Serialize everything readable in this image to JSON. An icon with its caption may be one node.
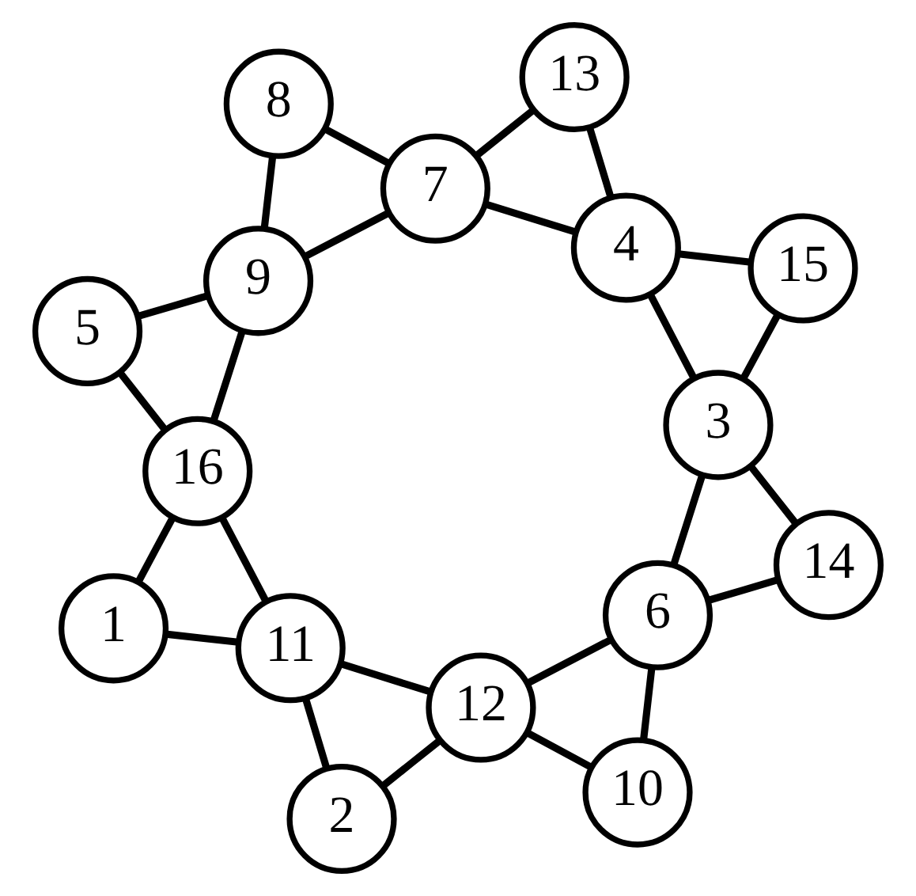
{
  "diagram": {
    "nodes": [
      {
        "text": [
          "1"
        ]
      },
      {
        "text": [
          "2"
        ]
      },
      {
        "text": [
          "11"
        ]
      },
      {
        "text": [
          "16"
        ]
      },
      {
        "text": [
          "5"
        ]
      },
      {
        "text": [
          "12"
        ]
      },
      {
        "text": [
          "9"
        ]
      },
      {
        "text": [
          "10"
        ]
      },
      {
        "text": [
          "8"
        ]
      },
      {
        "text": [
          "6"
        ]
      },
      {
        "text": [
          "7"
        ]
      },
      {
        "text": [
          "14"
        ]
      },
      {
        "text": [
          "3"
        ]
      },
      {
        "text": [
          "4"
        ]
      },
      {
        "text": [
          "13"
        ]
      },
      {
        "text": [
          "15"
        ]
      }
    ],
    "edges": [
      {
        "from": 2,
        "to": 3,
        "arrow": "none"
      },
      {
        "from": 3,
        "to": 6,
        "arrow": "none"
      },
      {
        "from": 6,
        "to": 10,
        "arrow": "none"
      },
      {
        "from": 10,
        "to": 13,
        "arrow": "none"
      },
      {
        "from": 13,
        "to": 12,
        "arrow": "none"
      },
      {
        "from": 12,
        "to": 9,
        "arrow": "none"
      },
      {
        "from": 9,
        "to": 5,
        "arrow": "none"
      },
      {
        "from": 5,
        "to": 2,
        "arrow": "none"
      },
      {
        "from": 0,
        "to": 2,
        "arrow": "none"
      },
      {
        "from": 0,
        "to": 3,
        "arrow": "none"
      },
      {
        "from": 1,
        "to": 2,
        "arrow": "none"
      },
      {
        "from": 1,
        "to": 5,
        "arrow": "none"
      },
      {
        "from": 4,
        "to": 3,
        "arrow": "none"
      },
      {
        "from": 4,
        "to": 6,
        "arrow": "none"
      },
      {
        "from": 8,
        "to": 6,
        "arrow": "none"
      },
      {
        "from": 8,
        "to": 10,
        "arrow": "none"
      },
      {
        "from": 14,
        "to": 10,
        "arrow": "none"
      },
      {
        "from": 14,
        "to": 13,
        "arrow": "none"
      },
      {
        "from": 15,
        "to": 13,
        "arrow": "none"
      },
      {
        "from": 15,
        "to": 12,
        "arrow": "none"
      },
      {
        "from": 11,
        "to": 12,
        "arrow": "none"
      },
      {
        "from": 11,
        "to": 9,
        "arrow": "none"
      },
      {
        "from": 7,
        "to": 5,
        "arrow": "none"
      },
      {
        "from": 7,
        "to": 9,
        "arrow": "none"
      }
    ]
  }
}
